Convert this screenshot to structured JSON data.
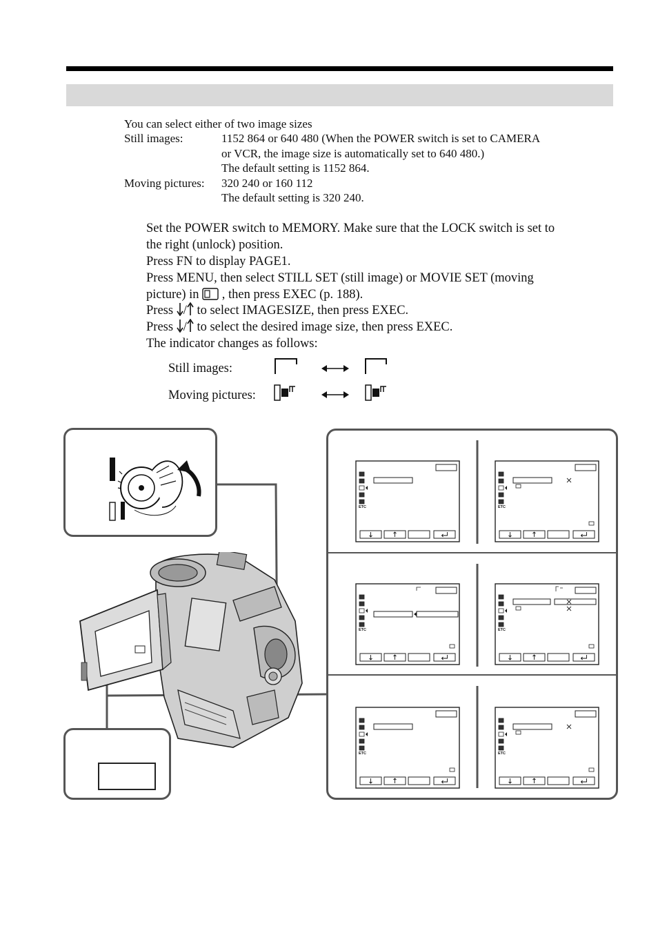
{
  "intro": {
    "line1": "You can select either of two image sizes",
    "still_label": "Still images:",
    "still_l1": "1152    864 or 640    480 (When the POWER switch is set to CAMERA",
    "still_l2": "or VCR, the image size is automatically set to 640    480.)",
    "still_l3": "The default setting is 1152    864.",
    "moving_label": "Moving pictures:",
    "moving_l1": "320    240 or 160    112",
    "moving_l2": "The default setting is 320    240."
  },
  "steps": {
    "s1_l1": "Set the POWER switch to MEMORY. Make sure that the LOCK switch is set to",
    "s1_l2": "the right (unlock) position.",
    "s2": "Press FN to display PAGE1.",
    "s3_l1": "Press MENU, then select STILL SET (still image) or MOVIE SET (moving",
    "s3_l2a": "picture) in",
    "s3_l2b": ", then press EXEC (p. 188).",
    "s4a": "Press",
    "s4b": "to select IMAGESIZE, then press EXEC.",
    "s5a": "Press",
    "s5b": "to select the desired image size, then press EXEC.",
    "s6": "The indicator changes as follows:",
    "still_label": "Still images:",
    "moving_label": "Moving pictures:"
  },
  "menu_icons": {
    "etc": "ETC"
  },
  "icons": [
    "arrow-up-icon",
    "arrow-down-icon",
    "return-icon",
    "double-arrow-icon",
    "cassette-icon",
    "memory-icon",
    "film-icon"
  ]
}
